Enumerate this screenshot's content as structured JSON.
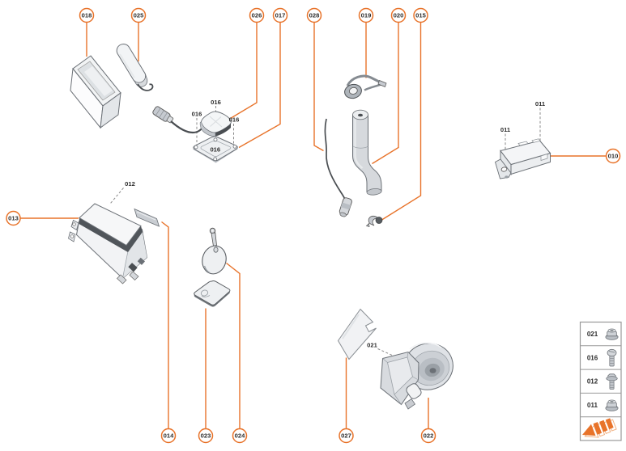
{
  "diagram_type": "exploded-parts-diagram",
  "colors": {
    "accent_orange": "#E8732A",
    "label_text": "#2D2D2D",
    "dash_gray": "#8A8A8A",
    "table_border": "#999999",
    "part_stroke": "#6B7076"
  },
  "callouts": [
    {
      "id": "018"
    },
    {
      "id": "025"
    },
    {
      "id": "026"
    },
    {
      "id": "017"
    },
    {
      "id": "028"
    },
    {
      "id": "019"
    },
    {
      "id": "020"
    },
    {
      "id": "015"
    },
    {
      "id": "010"
    },
    {
      "id": "013"
    },
    {
      "id": "014"
    },
    {
      "id": "023"
    },
    {
      "id": "024"
    },
    {
      "id": "027"
    },
    {
      "id": "022"
    }
  ],
  "part_labels": [
    {
      "text": "016"
    },
    {
      "text": "016"
    },
    {
      "text": "016"
    },
    {
      "text": "016"
    },
    {
      "text": "011"
    },
    {
      "text": "011"
    },
    {
      "text": "012"
    },
    {
      "text": "021"
    }
  ],
  "legend": {
    "rows": [
      {
        "label": "021",
        "icon": "flange-nut-icon"
      },
      {
        "label": "016",
        "icon": "pan-head-screw-icon"
      },
      {
        "label": "012",
        "icon": "flange-bolt-icon"
      },
      {
        "label": "011",
        "icon": "flange-nut-icon"
      }
    ],
    "footer_icon": "direction-arrow-icon"
  }
}
